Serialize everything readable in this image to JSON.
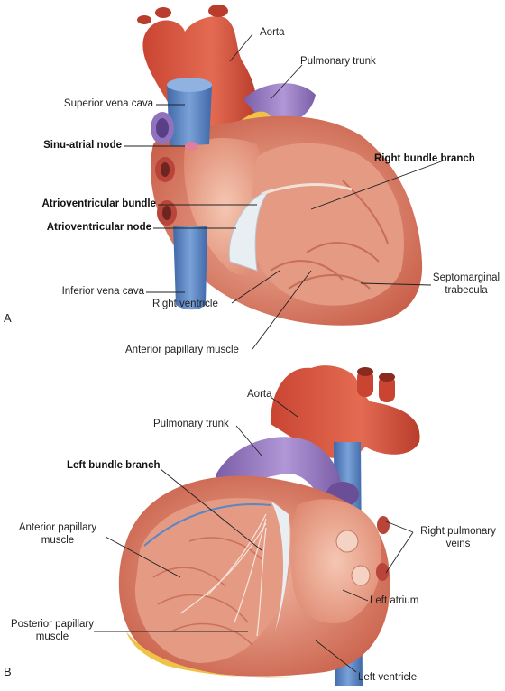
{
  "panel_a": {
    "letter": "A",
    "labels": {
      "aorta": "Aorta",
      "pulmonary_trunk": "Pulmonary trunk",
      "superior_vena_cava": "Superior vena cava",
      "sinu_atrial_node": "Sinu-atrial node",
      "right_bundle_branch": "Right bundle branch",
      "atrioventricular_bundle": "Atrioventricular bundle",
      "atrioventricular_node": "Atrioventricular node",
      "inferior_vena_cava": "Inferior vena cava",
      "septomarginal_trabecula_1": "Septomarginal",
      "septomarginal_trabecula_2": "trabecula",
      "right_ventricle": "Right ventricle",
      "anterior_papillary_muscle": "Anterior papillary muscle"
    }
  },
  "panel_b": {
    "letter": "B",
    "labels": {
      "aorta": "Aorta",
      "pulmonary_trunk": "Pulmonary trunk",
      "left_bundle_branch": "Left bundle branch",
      "anterior_papillary_muscle_1": "Anterior papillary",
      "anterior_papillary_muscle_2": "muscle",
      "right_pulmonary_veins_1": "Right pulmonary",
      "right_pulmonary_veins_2": "veins",
      "left_atrium": "Left atrium",
      "posterior_papillary_muscle_1": "Posterior papillary",
      "posterior_papillary_muscle_2": "muscle",
      "left_ventricle": "Left ventricle"
    }
  },
  "colors": {
    "heart_muscle": "#d9705a",
    "heart_inner": "#e8a08a",
    "aorta": "#d4553f",
    "vein_blue": "#5b86c4",
    "pulmonary_purple": "#9a7cc4",
    "fat_yellow": "#f0c24a",
    "conduction_white": "#e8eef2"
  }
}
